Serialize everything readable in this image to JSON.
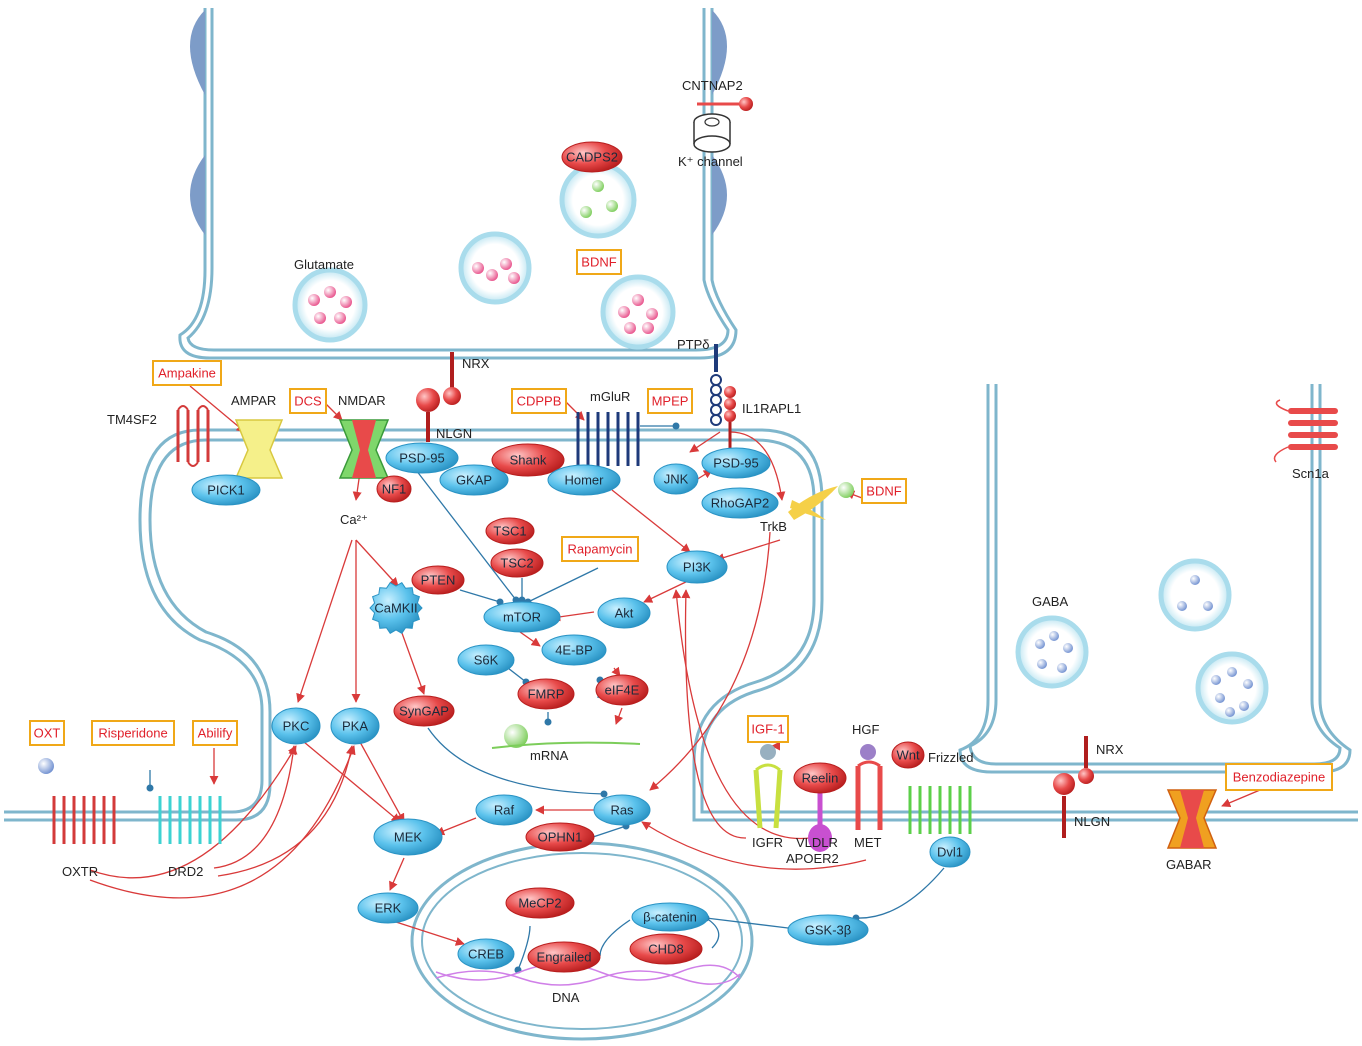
{
  "nodes": {
    "cntnap2": "CNTNAP2",
    "k_channel": "K⁺ channel",
    "cadps2": "CADPS2",
    "glutamate": "Glutamate",
    "ptpd": "PTPδ",
    "il1rapl1": "IL1RAPL1",
    "nrx_top": "NRX",
    "nlgn_top": "NLGN",
    "tm4sf2": "TM4SF2",
    "ampar": "AMPAR",
    "nmdar": "NMDAR",
    "mglur": "mGluR",
    "pick1": "PICK1",
    "psd95_left": "PSD-95",
    "gkap": "GKAP",
    "shank": "Shank",
    "homer": "Homer",
    "nf1": "NF1",
    "jnk": "JNK",
    "psd95_right": "PSD-95",
    "rhogap2": "RhoGAP2",
    "trkb": "TrkB",
    "ca": "Ca²⁺",
    "tsc1": "TSC1",
    "tsc2": "TSC2",
    "pten": "PTEN",
    "camkii": "CaMKII",
    "mtor": "mTOR",
    "akt": "Akt",
    "pi3k": "PI3K",
    "s6k": "S6K",
    "4ebp": "4E-BP",
    "fmrp": "FMRP",
    "eif4e": "eIF4E",
    "mrna": "mRNA",
    "syngap": "SynGAP",
    "pkc": "PKC",
    "pka": "PKA",
    "gaba": "GABA",
    "scn1a": "Scn1a",
    "hgf": "HGF",
    "wnt": "Wnt",
    "frizzled": "Frizzled",
    "reelin": "Reelin",
    "igfr": "IGFR",
    "vldlr": "VLDLR",
    "apoer2": "APOER2",
    "met": "MET",
    "dvl1": "Dvl1",
    "nrx_right": "NRX",
    "nlgn_right": "NLGN",
    "gabar": "GABAR",
    "raf": "Raf",
    "ras": "Ras",
    "ophn1": "OPHN1",
    "mek": "MEK",
    "erk": "ERK",
    "oxtr": "OXTR",
    "drd2": "DRD2",
    "mecp2": "MeCP2",
    "beta_catenin": "β-catenin",
    "creb": "CREB",
    "engrailed": "Engrailed",
    "chd8": "CHD8",
    "gsk3b": "GSK-3β",
    "dna": "DNA"
  },
  "drugs": {
    "ampakine": "Ampakine",
    "dcs": "DCS",
    "cdppb": "CDPPB",
    "mpep": "MPEP",
    "bdnf_top": "BDNF",
    "bdnf_right": "BDNF",
    "rapamycin": "Rapamycin",
    "igf1": "IGF-1",
    "benzodiazepine": "Benzodiazepine",
    "oxt": "OXT",
    "risperidone": "Risperidone",
    "abilify": "Abilify"
  },
  "colors": {
    "membrane": "#7fb6cc",
    "protein_blue": "#5bc2ec",
    "protein_red": "#e84a4a",
    "activation": "#d93a3a",
    "inhibition": "#2f78a8",
    "drug_box": "#f0a818",
    "drug_text": "#e0202a"
  }
}
